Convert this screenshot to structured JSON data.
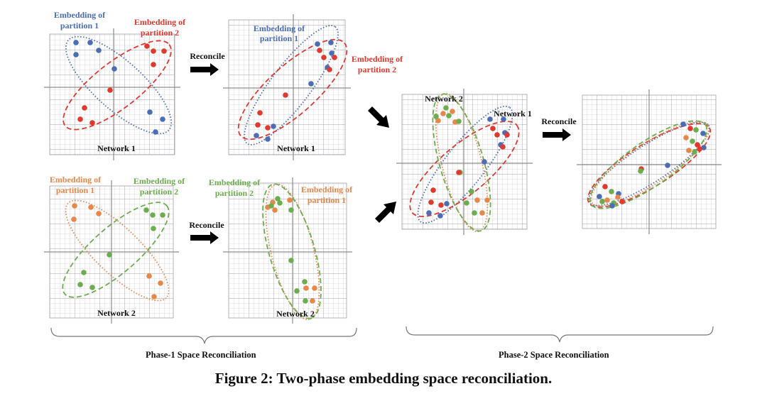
{
  "figure": {
    "caption": "Figure 2: Two-phase embedding space reconciliation.",
    "phase1_label": "Phase-1 Space Reconciliation",
    "phase2_label": "Phase-2 Space Reconciliation",
    "reconcile_label": "Reconcile",
    "colors": {
      "blue": "#4a6db5",
      "red": "#e03a2f",
      "orange": "#e8874a",
      "green": "#6cad4e",
      "olive": "#b39a3c",
      "grid": "#b9b2bd",
      "axis": "#8d8d8d"
    }
  },
  "panels": [
    {
      "id": "n1-before",
      "network_label": "Network 1",
      "labels": [
        {
          "text": "Embedding of",
          "color": "blue"
        },
        {
          "text": "partition 1",
          "color": "blue"
        },
        {
          "text": "Embedding of",
          "color": "red"
        },
        {
          "text": "partition 2",
          "color": "red"
        }
      ]
    },
    {
      "id": "n1-after",
      "network_label": "Network 1",
      "labels": [
        {
          "text": "Embedding of",
          "color": "blue"
        },
        {
          "text": "partition 1",
          "color": "blue"
        },
        {
          "text": "Embedding of",
          "color": "red"
        },
        {
          "text": "partition 2",
          "color": "red"
        }
      ]
    },
    {
      "id": "n2-before",
      "network_label": "Network 2",
      "labels": [
        {
          "text": "Embedding of",
          "color": "orange"
        },
        {
          "text": "partition 1",
          "color": "orange"
        },
        {
          "text": "Embedding of",
          "color": "green"
        },
        {
          "text": "partition 2",
          "color": "green"
        }
      ]
    },
    {
      "id": "n2-after",
      "network_label": "Network 2",
      "labels": [
        {
          "text": "Embedding of",
          "color": "green"
        },
        {
          "text": "partition 2",
          "color": "green"
        },
        {
          "text": "Embedding of",
          "color": "orange"
        },
        {
          "text": "partition 1",
          "color": "orange"
        }
      ]
    },
    {
      "id": "combined-before",
      "network_labels": [
        "Network 2",
        "Network 1"
      ]
    },
    {
      "id": "combined-after"
    }
  ]
}
